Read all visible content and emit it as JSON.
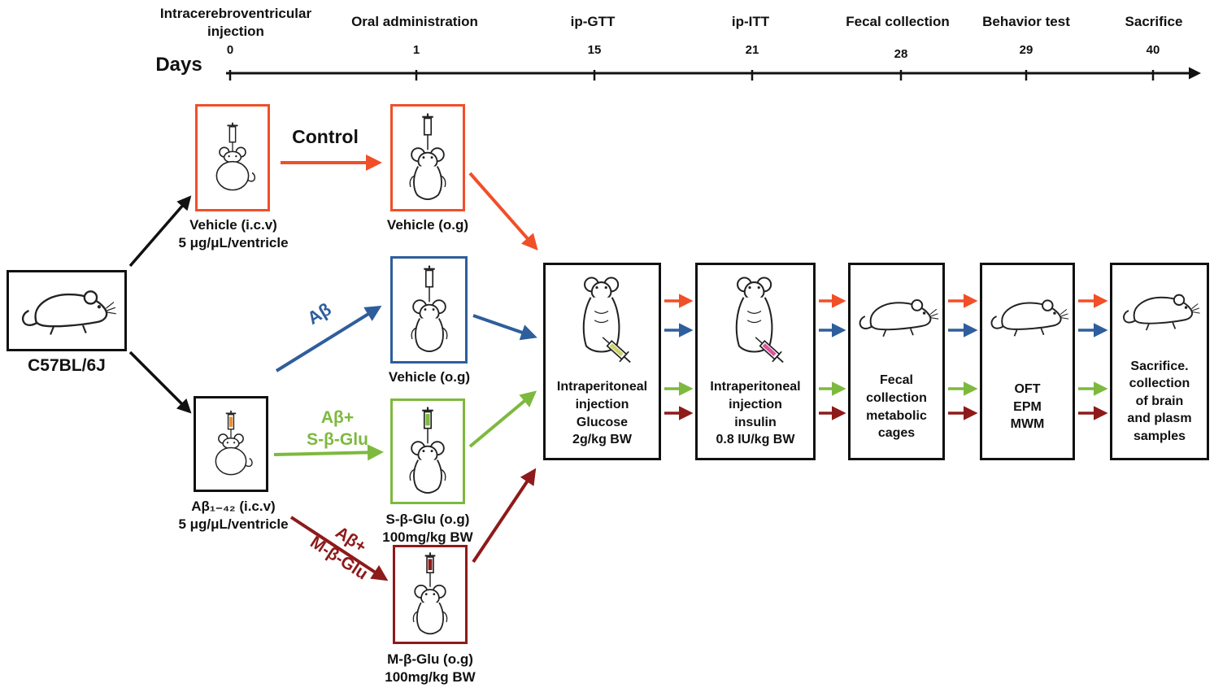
{
  "timeline": {
    "days_label": "Days",
    "events": [
      {
        "label": "Intracerebroventricular\ninjection",
        "day": "0"
      },
      {
        "label": "Oral administration",
        "day": "1"
      },
      {
        "label": "ip-GTT",
        "day": "15"
      },
      {
        "label": "ip-ITT",
        "day": "21"
      },
      {
        "label": "Fecal collection",
        "day": "28"
      },
      {
        "label": "Behavior test",
        "day": "29"
      },
      {
        "label": "Sacrifice",
        "day": "40"
      }
    ]
  },
  "strain_label": "C57BL/6J",
  "icv_vehicle": {
    "label": "Vehicle (i.c.v)\n5 μg/μL/ventricle"
  },
  "icv_abeta": {
    "label": "Aβ₁₋₄₂ (i.c.v)\n5 μg/μL/ventricle"
  },
  "group_arrows": {
    "control": "Control",
    "abeta": "Aβ",
    "sbglu": "Aβ+\nS-β-Glu",
    "mbglu": "Aβ+\nM-β-Glu"
  },
  "og_boxes": {
    "control": {
      "label": "Vehicle (o.g)"
    },
    "abeta": {
      "label": "Vehicle (o.g)"
    },
    "sbglu": {
      "label": "S-β-Glu (o.g)\n100mg/kg BW"
    },
    "mbglu": {
      "label": "M-β-Glu (o.g)\n100mg/kg BW"
    }
  },
  "stages": [
    {
      "label": "Intraperitoneal\ninjection\nGlucose\n2g/kg BW"
    },
    {
      "label": "Intraperitoneal\ninjection\ninsulin\n0.8 IU/kg BW"
    },
    {
      "label": "Fecal\ncollection\nmetabolic\ncages"
    },
    {
      "label": "OFT\nEPM\nMWM"
    },
    {
      "label": "Sacrifice.\ncollection\nof brain\nand plasm\nsamples"
    }
  ],
  "colors": {
    "control": "#f14f28",
    "abeta": "#2e5e9c",
    "sbglu": "#7db93e",
    "mbglu": "#8e1a1a",
    "black": "#111111",
    "glucose_fluid": "#ccd468",
    "insulin_fluid": "#e0529c",
    "abeta_fluid": "#e8922f"
  }
}
